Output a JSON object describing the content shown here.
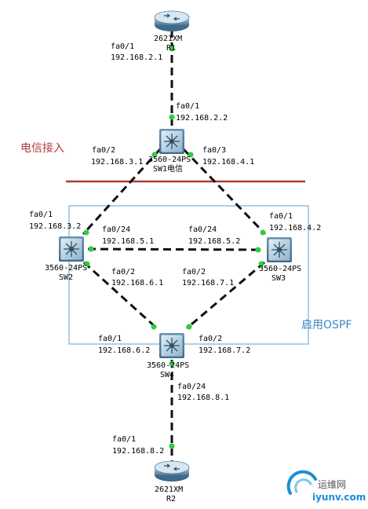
{
  "devices": {
    "r1": {
      "model": "2621XM",
      "name": "R1"
    },
    "sw1": {
      "model": "3560-24PS",
      "name": "SW1电信"
    },
    "sw2": {
      "model": "3560-24PS",
      "name": "SW2"
    },
    "sw3": {
      "model": "3560-24PS",
      "name": "SW3"
    },
    "sw4": {
      "model": "3560-24PS",
      "name": "SW4"
    },
    "r2": {
      "model": "2621XM",
      "name": "R2"
    }
  },
  "interfaces": {
    "r1_fa01": {
      "port": "fa0/1",
      "ip": "192.168.2.1"
    },
    "sw1_fa01": {
      "port": "fa0/1",
      "ip": "192.168.2.2"
    },
    "sw1_fa02": {
      "port": "fa0/2",
      "ip": "192.168.3.1"
    },
    "sw1_fa03": {
      "port": "fa0/3",
      "ip": "192.168.4.1"
    },
    "sw2_fa01": {
      "port": "fa0/1",
      "ip": "192.168.3.2"
    },
    "sw2_fa024": {
      "port": "fa0/24",
      "ip": "192.168.5.1"
    },
    "sw2_fa02": {
      "port": "fa0/2",
      "ip": "192.168.6.1"
    },
    "sw3_fa01": {
      "port": "fa0/1",
      "ip": "192.168.4.2"
    },
    "sw3_fa024": {
      "port": "fa0/24",
      "ip": "192.168.5.2"
    },
    "sw3_fa02": {
      "port": "fa0/2",
      "ip": "192.168.7.1"
    },
    "sw4_fa01": {
      "port": "fa0/1",
      "ip": "192.168.6.2"
    },
    "sw4_fa02": {
      "port": "fa0/2",
      "ip": "192.168.7.2"
    },
    "sw4_fa024": {
      "port": "fa0/24",
      "ip": "192.168.8.1"
    },
    "r2_fa01": {
      "port": "fa0/1",
      "ip": "192.168.8.2"
    }
  },
  "zones": {
    "telecom_label": "电信接入",
    "ospf_label": "启用OSPF"
  },
  "watermark": {
    "brand": "运维网",
    "url": "iyunv.com"
  },
  "colors": {
    "link": "#111111",
    "port_dot": "#2ecc40",
    "boundary_line": "#b03a3a",
    "ospf_box": "#5aa0cf",
    "router_body": "#7fa6c2",
    "switch_body": "#5f8fb0"
  }
}
